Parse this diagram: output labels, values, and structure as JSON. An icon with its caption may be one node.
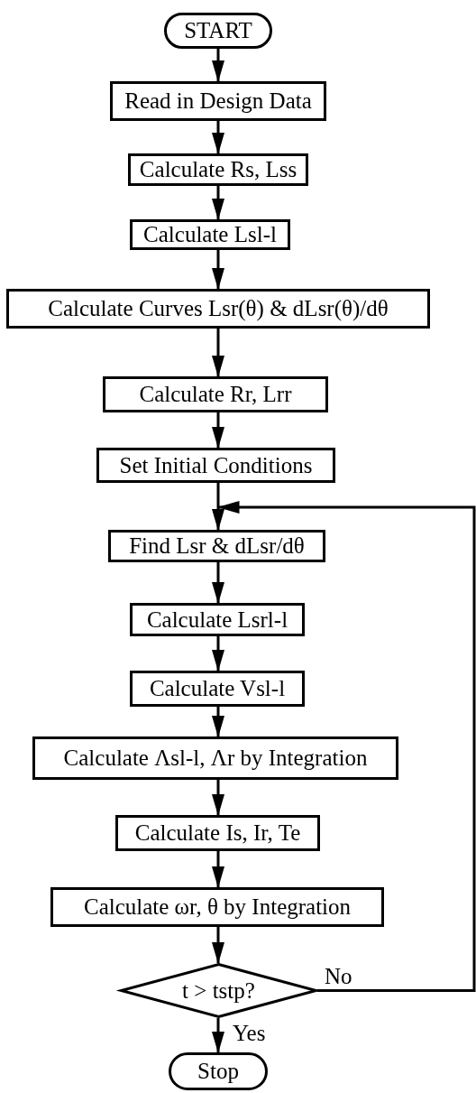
{
  "diagram": {
    "nodes": [
      {
        "text": [
          "START"
        ]
      },
      {
        "text": [
          "Read in Design Data"
        ]
      },
      {
        "text": [
          "Calculate Rs, Lss"
        ]
      },
      {
        "text": [
          "Calculate Lsl-l"
        ]
      },
      {
        "text": [
          "Calculate Curves Lsr(θ) & dLsr(θ)/dθ"
        ]
      },
      {
        "text": [
          "Calculate Rr, Lrr"
        ]
      },
      {
        "text": [
          "Set Initial Conditions"
        ]
      },
      {
        "text": [
          "Find Lsr & dLsr/dθ"
        ]
      },
      {
        "text": [
          "Calculate Lsrl-l"
        ]
      },
      {
        "text": [
          "Calculate Vsl-l"
        ]
      },
      {
        "text": [
          "Calculate Λsl-l, Λr by Integration"
        ]
      },
      {
        "text": [
          "Calculate Is, Ir, Te"
        ]
      },
      {
        "text": [
          "Calculate ωr, θ by Integration"
        ]
      },
      {
        "text": [
          "t > tstp?"
        ]
      },
      {
        "text": [
          "Stop"
        ]
      }
    ],
    "edges": [
      {
        "from": 0,
        "to": 1,
        "arrow": "to"
      },
      {
        "from": 1,
        "to": 2,
        "arrow": "to"
      },
      {
        "from": 2,
        "to": 3,
        "arrow": "to"
      },
      {
        "from": 3,
        "to": 4,
        "arrow": "to"
      },
      {
        "from": 4,
        "to": 5,
        "arrow": "to"
      },
      {
        "from": 5,
        "to": 6,
        "arrow": "to"
      },
      {
        "from": 6,
        "to": 7,
        "arrow": "to"
      },
      {
        "from": 7,
        "to": 8,
        "arrow": "to"
      },
      {
        "from": 8,
        "to": 9,
        "arrow": "to"
      },
      {
        "from": 9,
        "to": 10,
        "arrow": "to"
      },
      {
        "from": 10,
        "to": 11,
        "arrow": "to"
      },
      {
        "from": 11,
        "to": 12,
        "arrow": "to"
      },
      {
        "from": 12,
        "to": 13,
        "arrow": "to"
      },
      {
        "from": 13,
        "to": 14,
        "arrow": "to",
        "label": "Yes"
      },
      {
        "from": 13,
        "to": 7,
        "arrow": "to",
        "label": "No"
      }
    ]
  }
}
